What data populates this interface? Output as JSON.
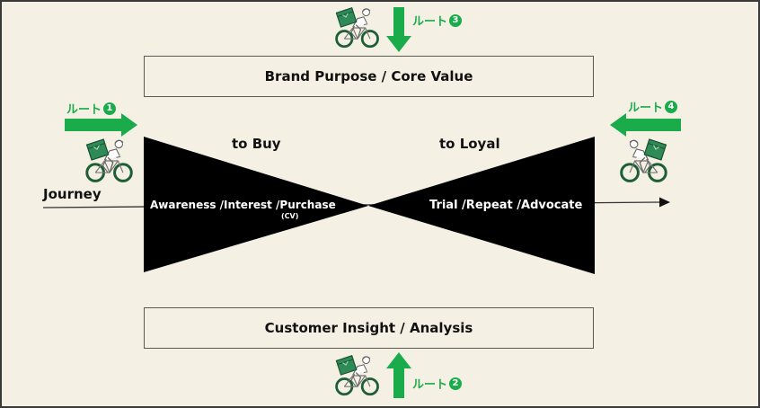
{
  "colors": {
    "background": "#f5f0e4",
    "route_green": "#1aab4b",
    "bag_green": "#2e8b57",
    "wheel_green": "#1e5e34",
    "funnel_black": "#000000",
    "box_border": "#5a5a55"
  },
  "top_box": {
    "label": "Brand Purpose / Core Value"
  },
  "bottom_box": {
    "label": "Customer Insight / Analysis"
  },
  "journey": {
    "label": "Journey"
  },
  "funnel": {
    "left": {
      "heading": "to Buy",
      "stages": "Awareness /Interest  /Purchase",
      "note": "(CV)"
    },
    "right": {
      "heading": "to Loyal",
      "stages": "Trial /Repeat /Advocate"
    }
  },
  "routes": [
    {
      "id": 1,
      "label": "ルート",
      "number": "1",
      "direction": "right",
      "icon": "delivery-cyclist-icon"
    },
    {
      "id": 2,
      "label": "ルート",
      "number": "2",
      "direction": "up",
      "icon": "delivery-cyclist-icon"
    },
    {
      "id": 3,
      "label": "ルート",
      "number": "3",
      "direction": "down",
      "icon": "delivery-cyclist-icon"
    },
    {
      "id": 4,
      "label": "ルート",
      "number": "4",
      "direction": "left",
      "icon": "delivery-cyclist-icon"
    }
  ]
}
